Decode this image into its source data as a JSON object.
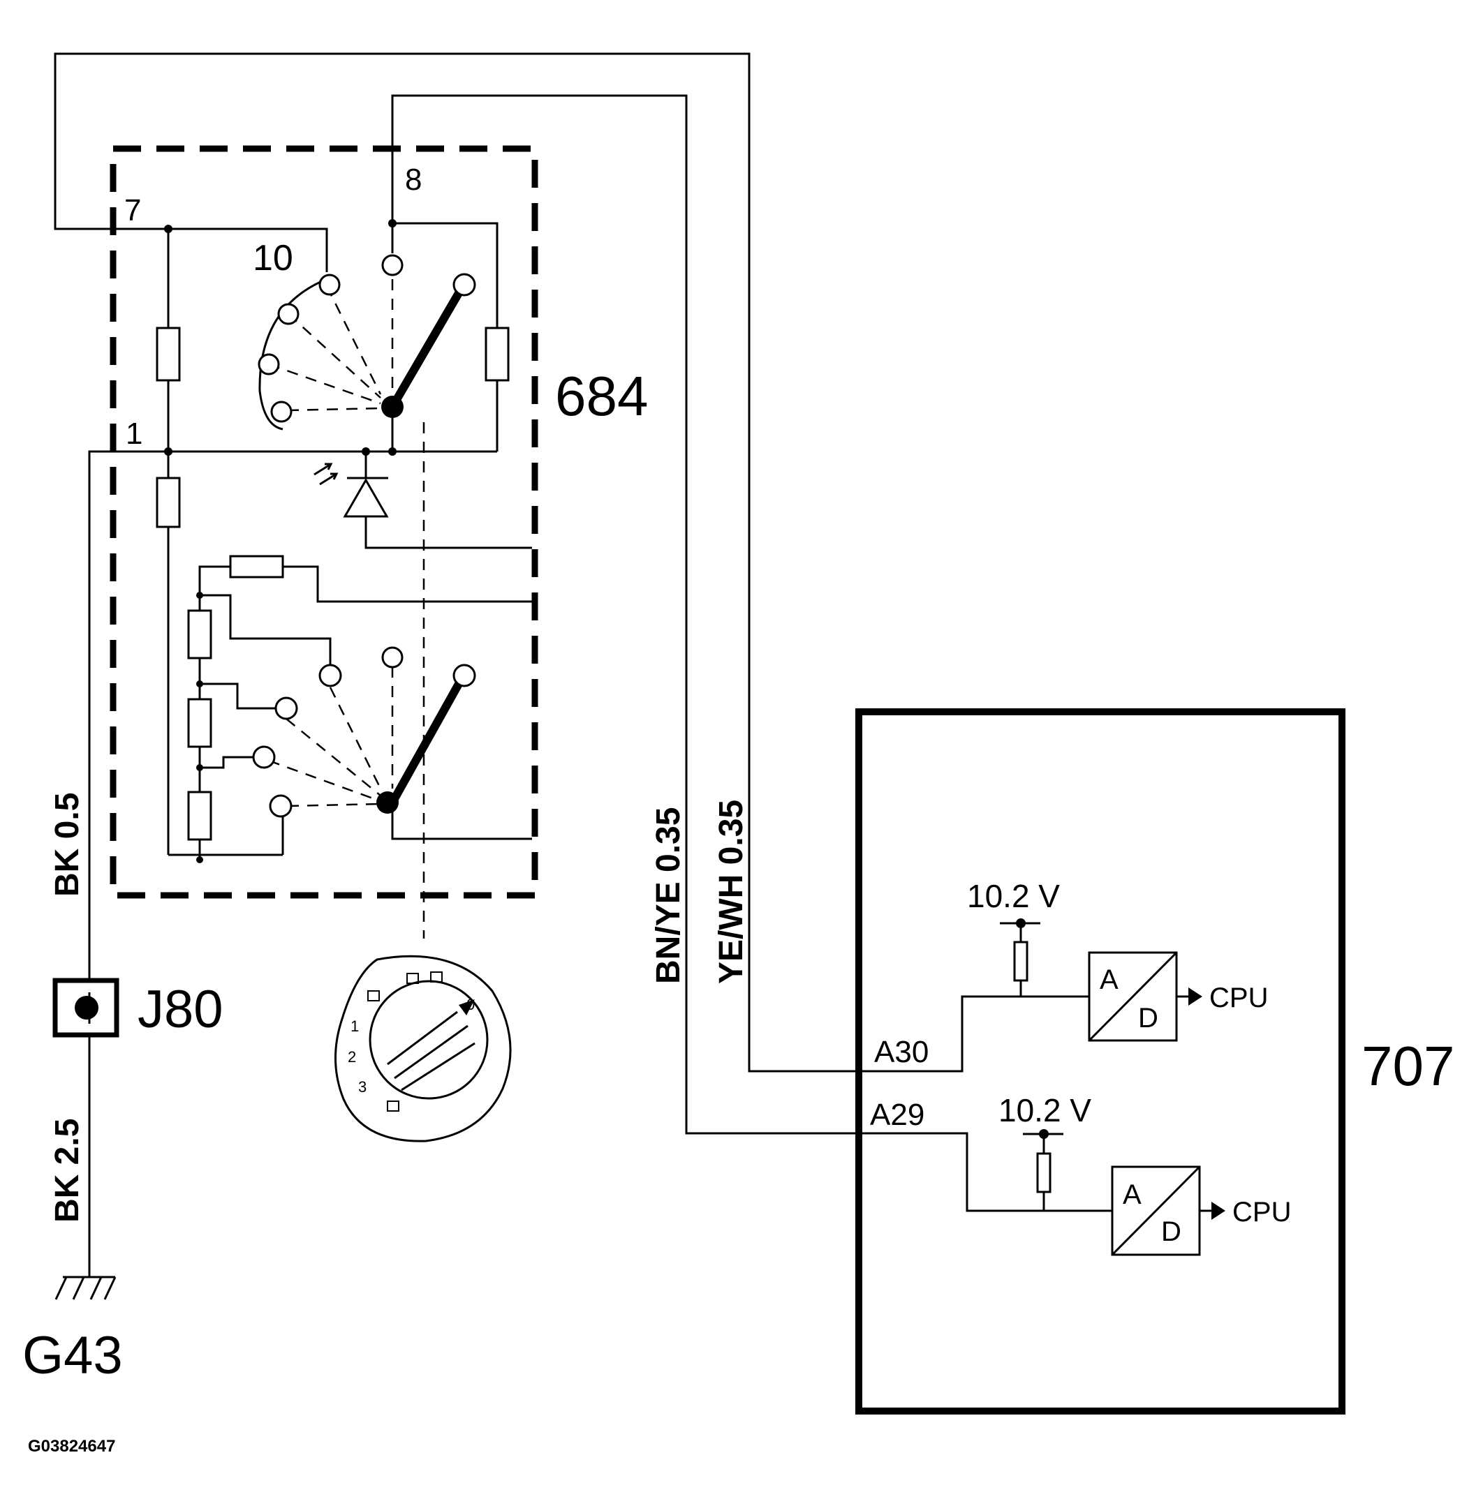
{
  "components": {
    "switch_unit": "684",
    "control_module": "707",
    "junction": "J80",
    "ground": "G43"
  },
  "pins": {
    "p7": "7",
    "p8": "8",
    "p10": "10",
    "p1": "1"
  },
  "connectors": {
    "a30": "A30",
    "a29": "A29"
  },
  "wires": {
    "bk05": "BK  0.5",
    "bk25": "BK  2.5",
    "bnye": "BN/YE  0.35",
    "yewh": "YE/WH  0.35"
  },
  "module_internals": {
    "voltage_top": "10.2 V",
    "voltage_bottom": "10.2 V",
    "adc_a": "A",
    "adc_d": "D",
    "cpu_top": "CPU",
    "cpu_bottom": "CPU"
  },
  "knob": {
    "positions": [
      "0",
      "1",
      "2",
      "3"
    ]
  },
  "footer": {
    "figure_id": "G03824647"
  }
}
